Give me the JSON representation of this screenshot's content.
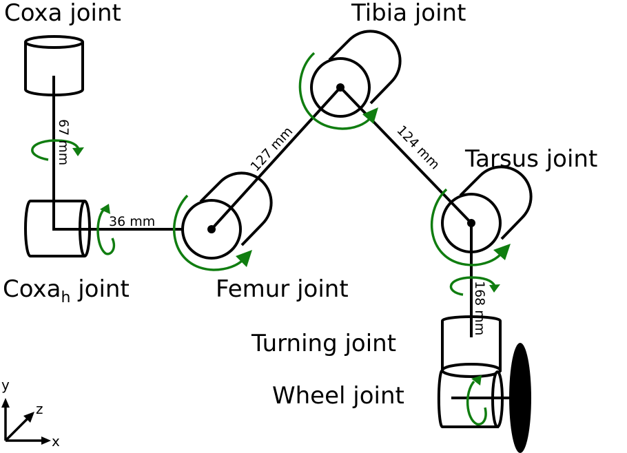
{
  "colors": {
    "rotation": "#107d10",
    "line": "#000000"
  },
  "joints": {
    "coxa": {
      "label": "Coxa joint"
    },
    "coxa_h": {
      "label_main": "Coxa",
      "label_sub": "h",
      "label_rest": " joint"
    },
    "femur": {
      "label": "Femur joint"
    },
    "tibia": {
      "label": "Tibia joint"
    },
    "tarsus": {
      "label": "Tarsus joint"
    },
    "turning": {
      "label": "Turning joint"
    },
    "wheel": {
      "label": "Wheel joint"
    }
  },
  "links": [
    {
      "from": "coxa",
      "to": "coxa_h",
      "length": "67 mm"
    },
    {
      "from": "coxa_h",
      "to": "femur",
      "length": "36 mm"
    },
    {
      "from": "femur",
      "to": "tibia",
      "length": "127 mm"
    },
    {
      "from": "tibia",
      "to": "tarsus",
      "length": "124 mm"
    },
    {
      "from": "tarsus",
      "to": "turning",
      "length": "168 mm"
    }
  ],
  "axes": {
    "x": "x",
    "y": "y",
    "z": "z"
  }
}
